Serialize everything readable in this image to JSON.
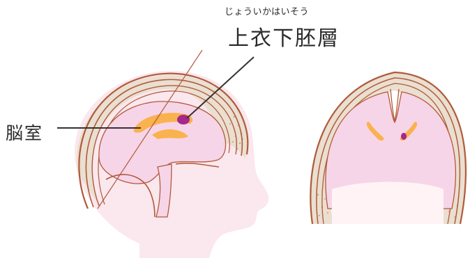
{
  "labels": {
    "subependymal_reading": "じょういかはいそう",
    "subependymal": "上衣下胚層",
    "ventricle": "脳室"
  },
  "colors": {
    "skin": "#fbe7ee",
    "brain": "#f7d5e8",
    "skull_line": "#b05a3a",
    "bone": "#eadfd0",
    "ventricle": "#f9b24e",
    "germinal_matrix": "#a6288c",
    "leader_line": "#333333"
  }
}
